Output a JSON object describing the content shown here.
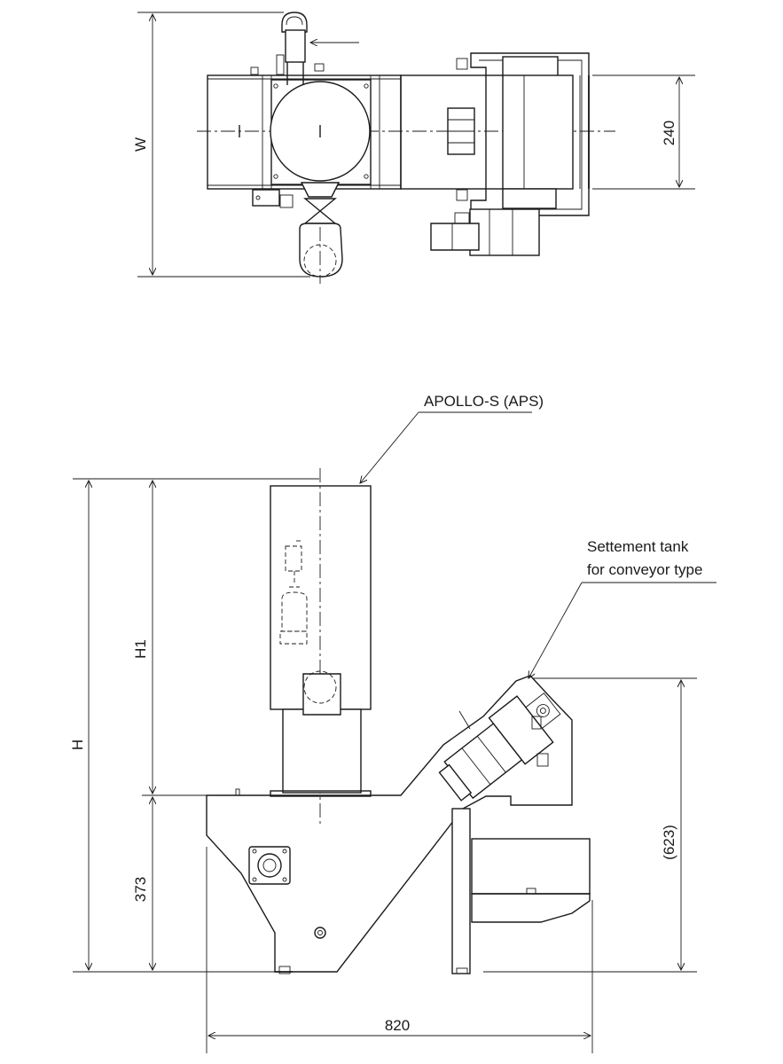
{
  "top_view": {
    "dim_w": "W",
    "dim_240": "240"
  },
  "side_view": {
    "callout_apollo": "APOLLO-S (APS)",
    "callout_tank_line1": "Settement tank",
    "callout_tank_line2": "for conveyor type",
    "dim_h": "H",
    "dim_h1": "H1",
    "dim_373": "373",
    "dim_623": "(623)",
    "dim_820": "820"
  }
}
